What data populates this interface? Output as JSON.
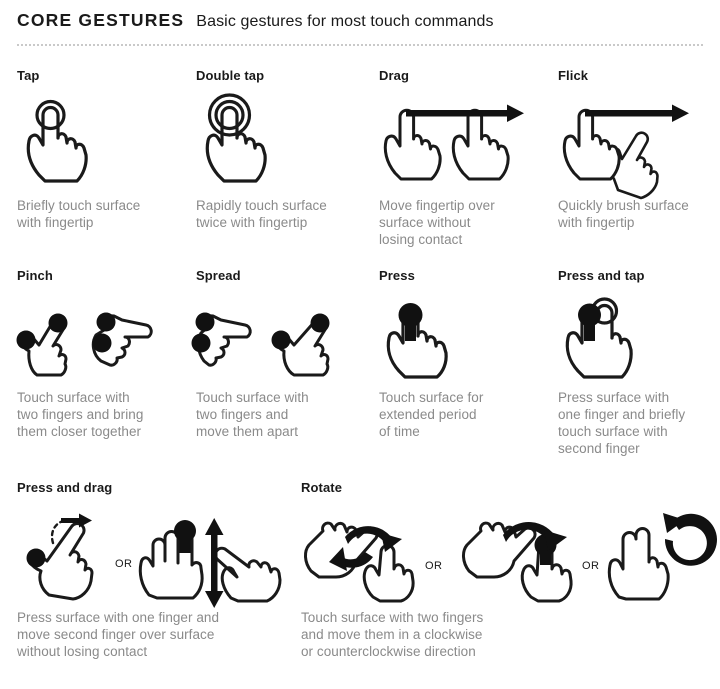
{
  "header": {
    "title": "CORE GESTURES",
    "subtitle": "Basic gestures for most touch commands"
  },
  "or_label": "OR",
  "gestures": [
    {
      "name": "Tap",
      "desc": "Briefly touch surface\nwith fingertip",
      "icon": "hand-tap-icon"
    },
    {
      "name": "Double tap",
      "desc": "Rapidly touch surface\ntwice with fingertip",
      "icon": "hand-double-tap-icon"
    },
    {
      "name": "Drag",
      "desc": "Move fingertip over\nsurface without\nlosing contact",
      "icon": "hand-drag-icon"
    },
    {
      "name": "Flick",
      "desc": "Quickly brush surface\nwith fingertip",
      "icon": "hand-flick-icon"
    },
    {
      "name": "Pinch",
      "desc": "Touch surface with\ntwo fingers and bring\nthem closer together",
      "icon": "hand-pinch-icon"
    },
    {
      "name": "Spread",
      "desc": "Touch surface with\ntwo fingers and\nmove them apart",
      "icon": "hand-spread-icon"
    },
    {
      "name": "Press",
      "desc": "Touch surface for\nextended period\nof time",
      "icon": "hand-press-icon"
    },
    {
      "name": "Press and tap",
      "desc": "Press surface with\none finger and briefly\ntouch surface with\nsecond finger",
      "icon": "hand-press-and-tap-icon"
    },
    {
      "name": "Press and drag",
      "desc": "Press surface with one finger and\nmove second finger over surface\nwithout losing contact",
      "icon": "hand-press-and-drag-icon"
    },
    {
      "name": "Rotate",
      "desc": "Touch surface with two fingers\nand move them in a clockwise\nor counterclockwise direction",
      "icon": "hand-rotate-icon"
    }
  ],
  "colors": {
    "ink": "#1a1a1a",
    "muted": "#8a8a8a",
    "rule": "#c9c9c9",
    "background": "#ffffff"
  }
}
